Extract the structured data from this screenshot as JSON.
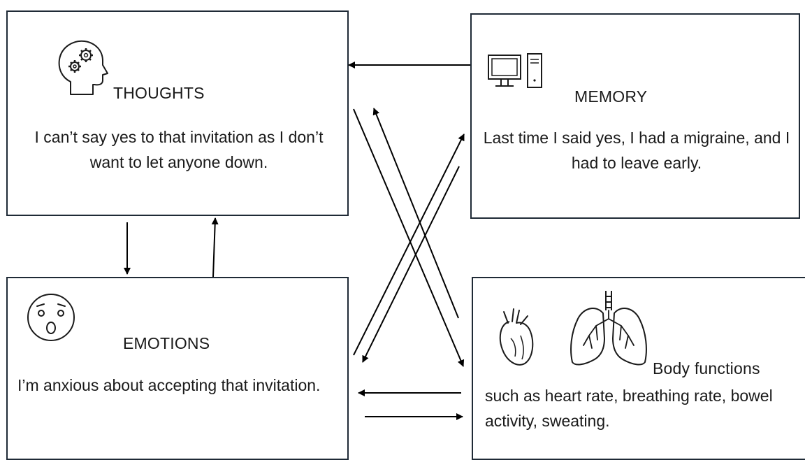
{
  "thoughts": {
    "title": "THOUGHTS",
    "text": "I can’t say yes to that invitation as I don’t want to let anyone down.",
    "icon": "head-gears-icon"
  },
  "memory": {
    "title": "MEMORY",
    "text": "Last time I said yes, I had a migraine, and I had to leave early.",
    "icon": "computer-icon"
  },
  "emotions": {
    "title": "EMOTIONS",
    "text": "I’m anxious about accepting that invitation.",
    "icon": "shocked-face-icon"
  },
  "body": {
    "title": "Body functions",
    "text": "such as heart rate, breathing rate, bowel activity, sweating.",
    "icons": [
      "heart-icon",
      "lungs-icon"
    ]
  },
  "colors": {
    "border": "#1f2a36",
    "text": "#1a1a1a",
    "arrow": "#000000"
  }
}
